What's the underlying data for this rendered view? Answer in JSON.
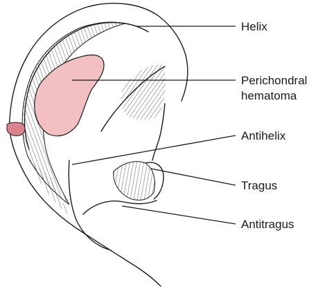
{
  "labels": {
    "helix": "Helix",
    "perichondral_line1": "Perichondral",
    "perichondral_line2": "hematoma",
    "antihelix": "Antihelix",
    "tragus": "Tragus",
    "antitragus": "Antitragus"
  },
  "colors": {
    "hematoma_fill": "#f2bfc3",
    "hematoma_stroke": "#1a1a1a",
    "small_hematoma": "#d9848d",
    "line": "#1a1a1a",
    "background": "#ffffff"
  }
}
